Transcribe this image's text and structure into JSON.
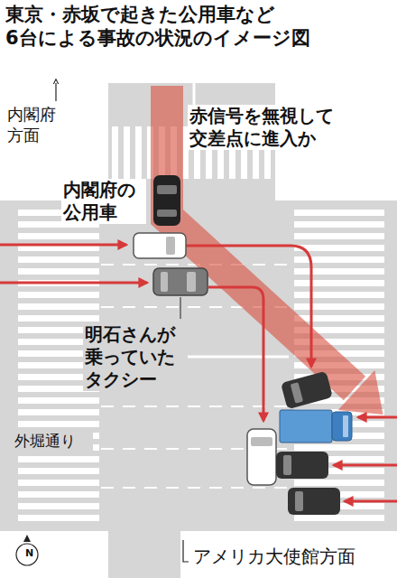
{
  "diagram": {
    "title": "東京・赤坂で起きた公用車など 6台による事故の状況のイメージ図",
    "labels": [
      "内閣府 方面",
      "赤信号を無視して 交差点に進入か",
      "内閣府の 公用車",
      "明石さんが 乗っていた タクシー",
      "外堀通り",
      "アメリカ大使館方面",
      "N"
    ]
  }
}
